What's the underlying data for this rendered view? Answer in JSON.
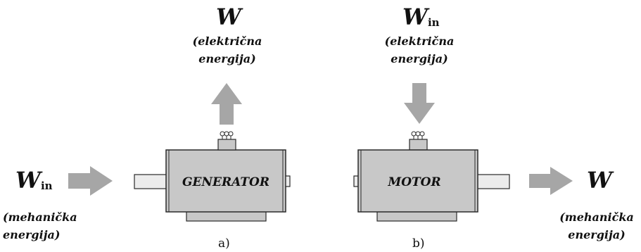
{
  "generator": {
    "input_symbol": "W",
    "input_subscript": "in",
    "input_note_line1": "(mehanička",
    "input_note_line2": "energija)",
    "output_symbol": "W",
    "output_note_line1": "(električna",
    "output_note_line2": "energija)",
    "machine_label": "GENERATOR",
    "caption": "a)"
  },
  "motor": {
    "input_symbol": "W",
    "input_subscript": "in",
    "input_note_line1": "(električna",
    "input_note_line2": "energija)",
    "output_symbol": "W",
    "output_note_line1": "(mehanička",
    "output_note_line2": "energija)",
    "machine_label": "MOTOR",
    "caption": "b)"
  },
  "colors": {
    "arrow": "#a6a6a6",
    "machine_body": "#c8c8c8",
    "shaft": "#ececec",
    "outline": "#2a2a2a"
  }
}
